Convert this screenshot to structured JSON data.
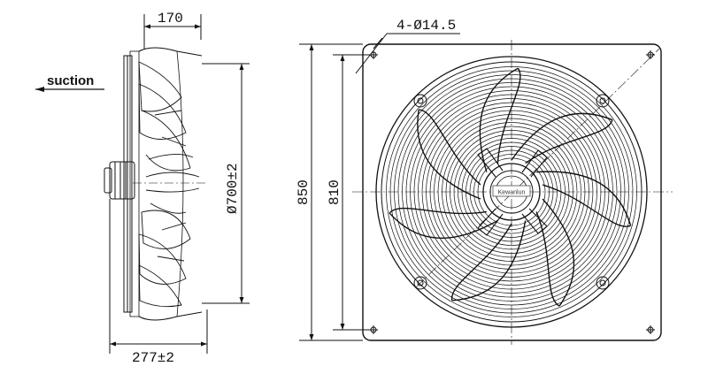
{
  "side_view": {
    "suction_label": "suction",
    "depth_dim": "170",
    "diameter_dim": "Ø700±2",
    "overall_depth_dim": "277±2"
  },
  "front_view": {
    "holes_dim": "4-Ø14.5",
    "outer_height_dim": "850",
    "inner_height_dim": "810",
    "hub_brand": "Kewanlun"
  }
}
